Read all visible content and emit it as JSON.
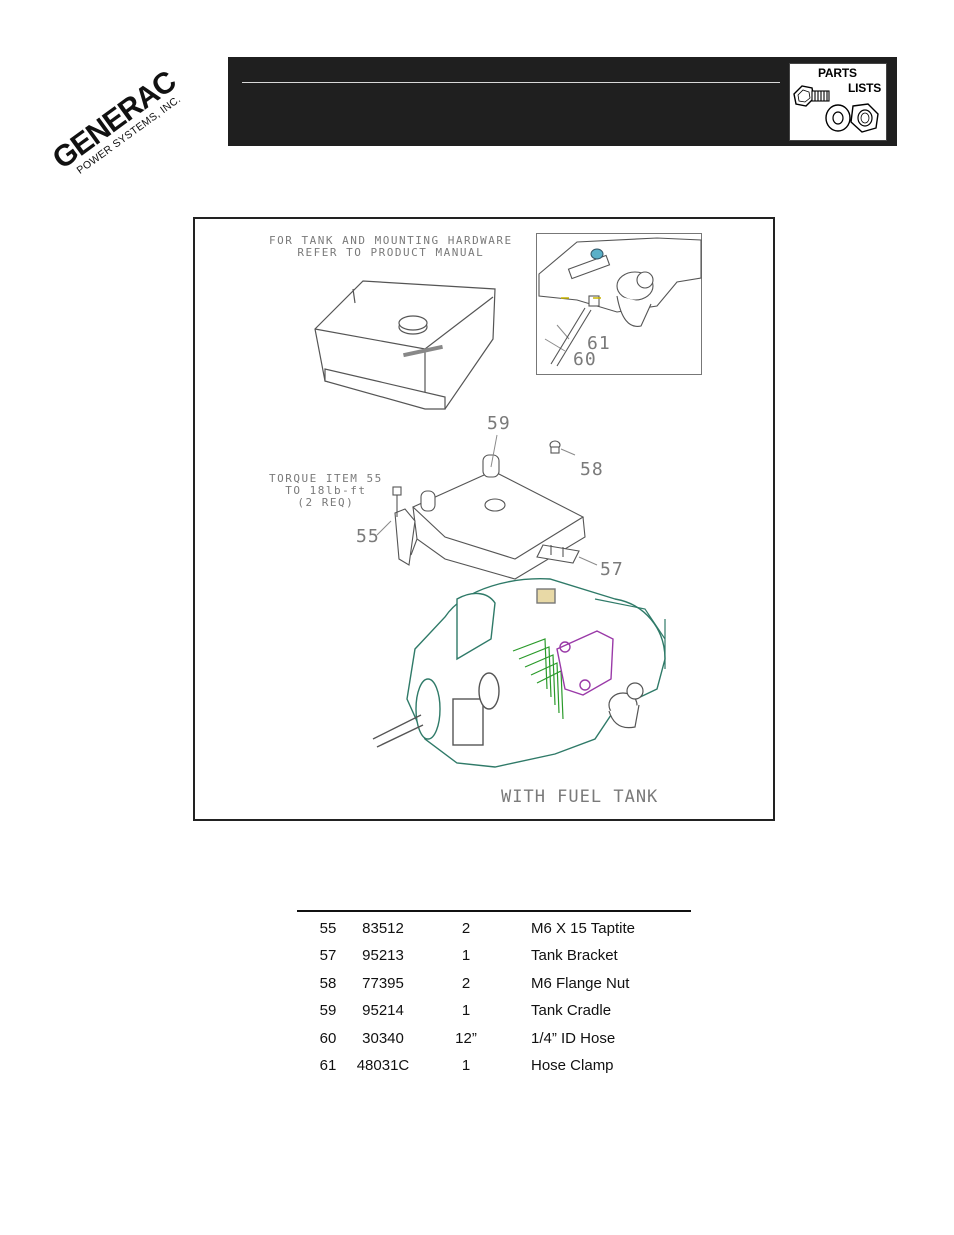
{
  "logo": {
    "brand": "GENERAC",
    "subtitle": "POWER SYSTEMS, INC."
  },
  "header": {
    "icon_line1": "PARTS",
    "icon_line2": "LISTS"
  },
  "diagram": {
    "note_top": "FOR TANK AND MOUNTING HARDWARE\nREFER TO PRODUCT MANUAL",
    "note_torque": "TORQUE ITEM 55\nTO 18lb-ft\n(2 REQ)",
    "caption": "WITH FUEL TANK",
    "callouts": {
      "c55": "55",
      "c57": "57",
      "c58": "58",
      "c59": "59",
      "c60": "60",
      "c61": "61"
    },
    "line_colors": {
      "engine": "#2f7a68",
      "bracket": "#9a3aa8",
      "fins": "#2a9a2a",
      "gray": "#8a8a8a"
    }
  },
  "parts": [
    {
      "item": "55",
      "part": "83512",
      "qty": "2",
      "desc": "M6 X 15 Taptite"
    },
    {
      "item": "57",
      "part": "95213",
      "qty": "1",
      "desc": "Tank Bracket"
    },
    {
      "item": "58",
      "part": "77395",
      "qty": "2",
      "desc": "M6 Flange Nut"
    },
    {
      "item": "59",
      "part": "95214",
      "qty": "1",
      "desc": "Tank Cradle"
    },
    {
      "item": "60",
      "part": "30340",
      "qty": "12”",
      "desc": "1/4” ID Hose"
    },
    {
      "item": "61",
      "part": "48031C",
      "qty": "1",
      "desc": "Hose Clamp"
    }
  ]
}
